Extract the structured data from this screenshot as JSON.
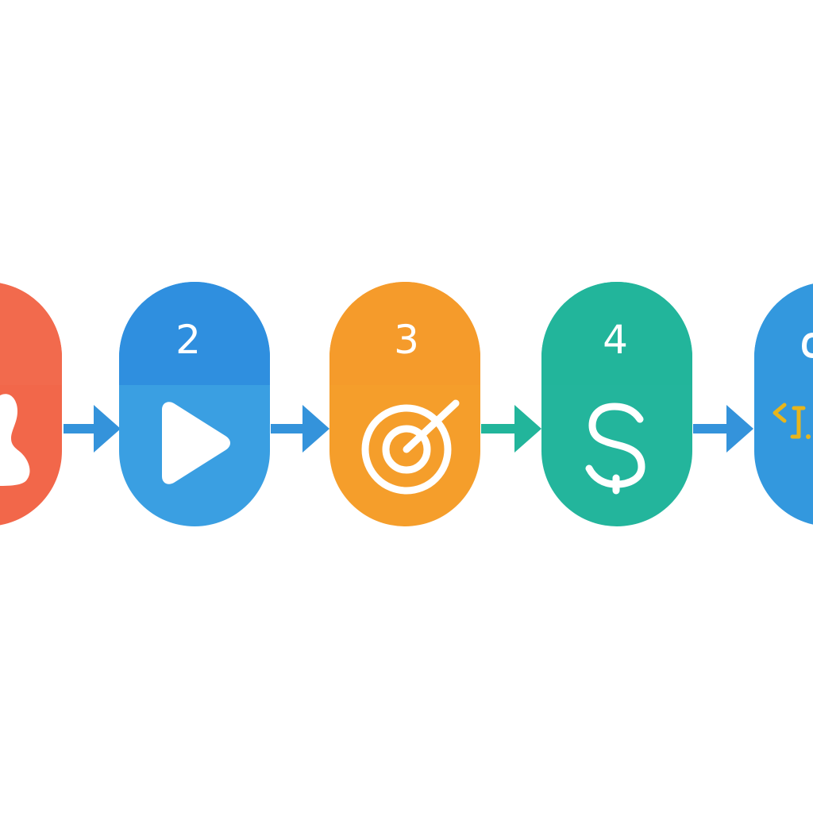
{
  "diagram": {
    "steps": [
      {
        "number": "",
        "icon": "person-icon",
        "color": "#f2674a",
        "top_color": "#f26a4d"
      },
      {
        "number": "2",
        "icon": "play-icon",
        "color": "#3a9fe2",
        "top_color": "#2f8fdf"
      },
      {
        "number": "3",
        "icon": "target-icon",
        "color": "#f59e2b",
        "top_color": "#f59b2b"
      },
      {
        "number": "4",
        "icon": "dollar-icon",
        "color": "#23b59c",
        "top_color": "#22b59b"
      },
      {
        "number": "",
        "icon": "code-icon",
        "color": "#3398de",
        "top_color": "#3398de"
      }
    ],
    "connectors": [
      {
        "icon": "arrow-right-icon",
        "color": "#3493db"
      },
      {
        "icon": "arrow-right-icon",
        "color": "#3493db"
      },
      {
        "icon": "arrow-right-icon",
        "color": "#22b59b"
      },
      {
        "icon": "arrow-right-icon",
        "color": "#3493db"
      }
    ]
  }
}
